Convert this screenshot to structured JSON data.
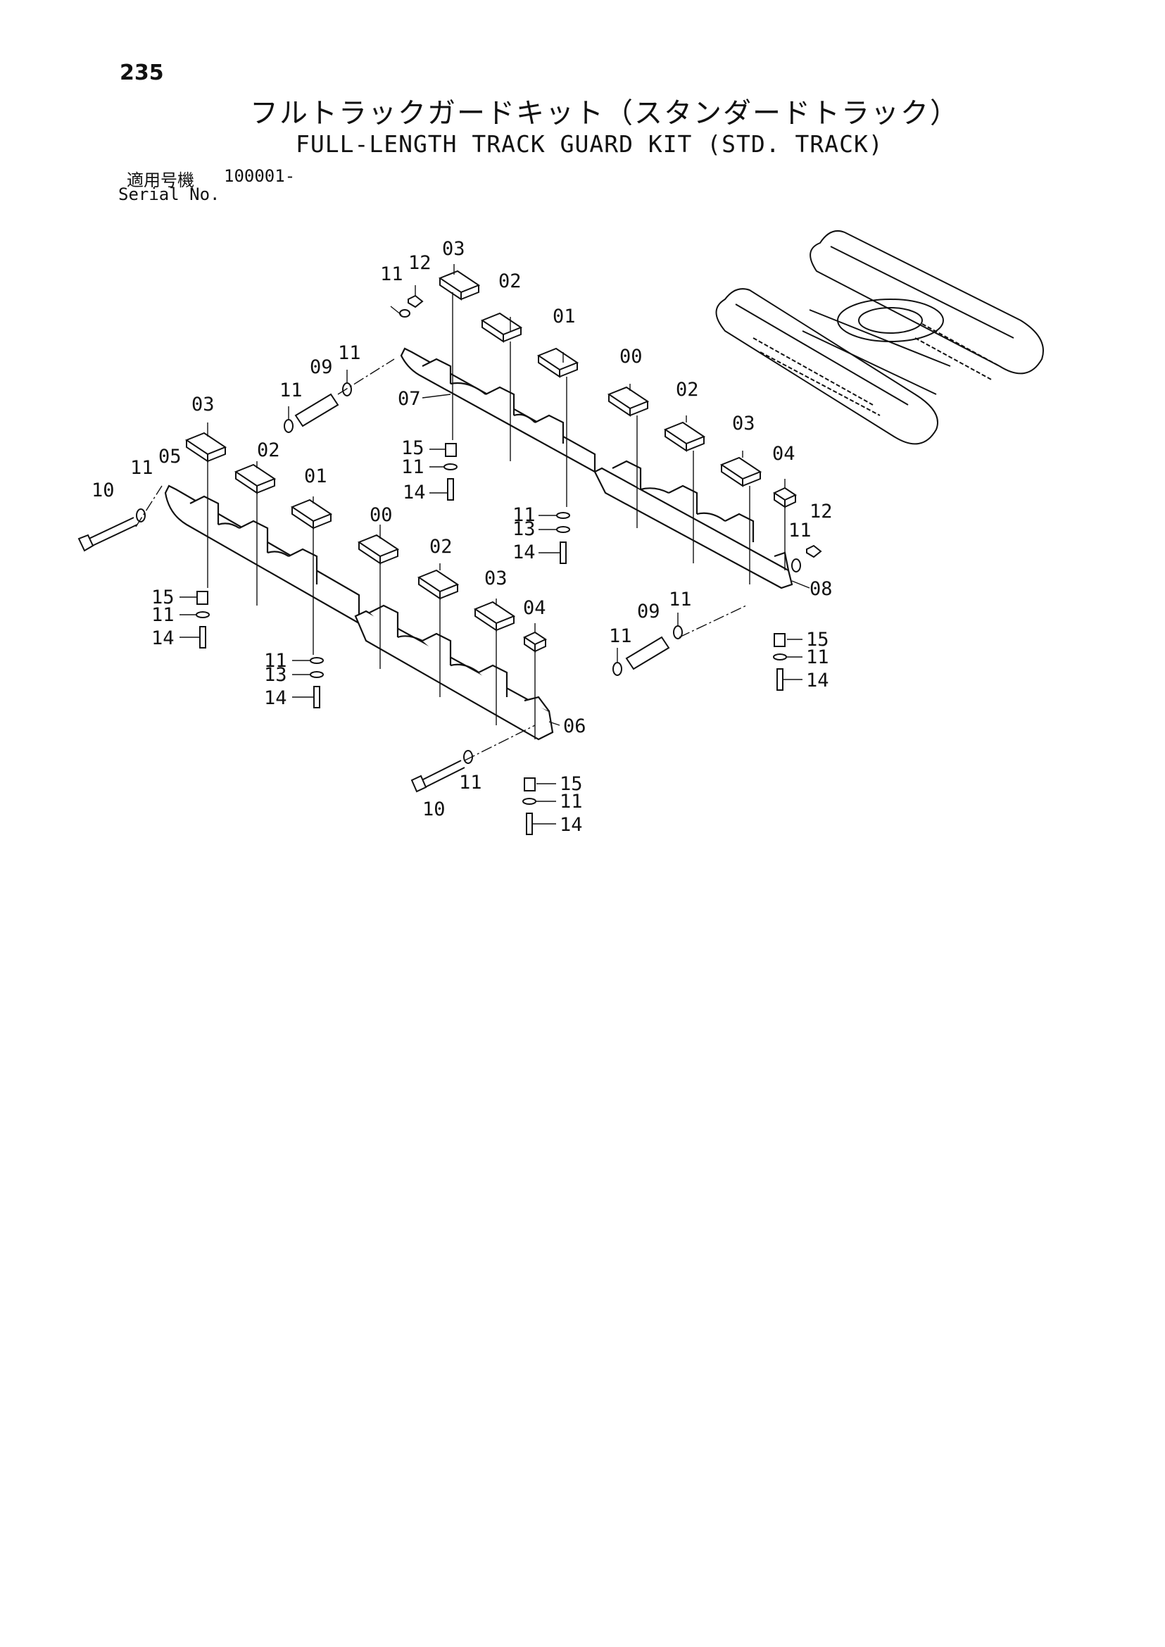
{
  "page_number": "235",
  "title_ja": "フルトラックガードキット（スタンダードトラック）",
  "title_en": "FULL-LENGTH TRACK GUARD KIT (STD. TRACK)",
  "serial": {
    "label_ja": "適用号機",
    "value": "100001-",
    "label_en": "Serial No."
  },
  "callouts": [
    "11",
    "12",
    "03",
    "02",
    "01",
    "00",
    "02",
    "03",
    "04",
    "09",
    "11",
    "11",
    "07",
    "15",
    "11",
    "14",
    "11",
    "13",
    "14",
    "12",
    "11",
    "08",
    "15",
    "11",
    "14",
    "03",
    "11",
    "05",
    "02",
    "01",
    "10",
    "15",
    "11",
    "14",
    "00",
    "02",
    "03",
    "04",
    "09",
    "11",
    "11",
    "11",
    "13",
    "14",
    "06",
    "10",
    "11",
    "15",
    "11",
    "14"
  ]
}
